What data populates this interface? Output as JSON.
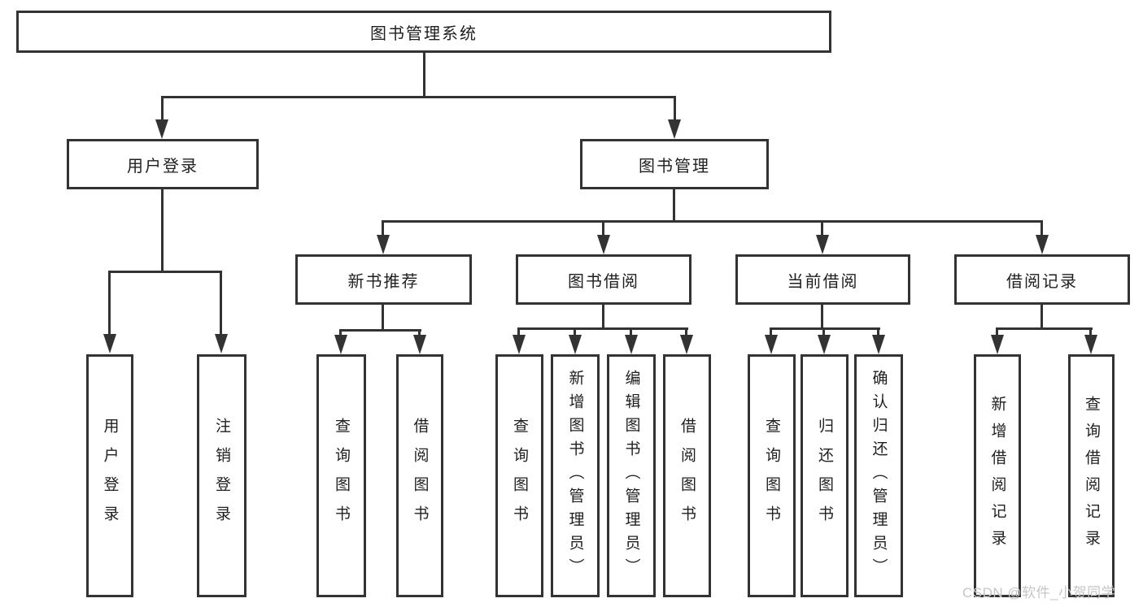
{
  "nodes": {
    "root": {
      "label": "图书管理系统"
    },
    "user_login": {
      "label": "用户登录"
    },
    "book_mgmt": {
      "label": "图书管理"
    },
    "new_book": {
      "label": "新书推荐"
    },
    "book_borrow": {
      "label": "图书借阅"
    },
    "current_borrow": {
      "label": "当前借阅"
    },
    "borrow_record": {
      "label": "借阅记录"
    },
    "leaf_user_login": {
      "label": "用户登录"
    },
    "leaf_logout": {
      "label": "注销登录"
    },
    "leaf_query_book_1": {
      "label": "查询图书"
    },
    "leaf_borrow_book_1": {
      "label": "借阅图书"
    },
    "leaf_query_book_2": {
      "label": "查询图书"
    },
    "leaf_add_book": {
      "label": "新增图书（管理员）"
    },
    "leaf_edit_book": {
      "label": "编辑图书（管理员）"
    },
    "leaf_borrow_book_2": {
      "label": "借阅图书"
    },
    "leaf_query_book_3": {
      "label": "查询图书"
    },
    "leaf_return_book": {
      "label": "归还图书"
    },
    "leaf_confirm_return": {
      "label": "确认归还（管理员）"
    },
    "leaf_add_record": {
      "label": "新增借阅记录"
    },
    "leaf_query_record": {
      "label": "查询借阅记录"
    }
  },
  "watermark": {
    "text": "CSDN @软件_小贺同学",
    "color": "#c6c6c6"
  },
  "colors": {
    "line": "#333333",
    "border": "#333333",
    "text": "#1f1f1f",
    "background": "#ffffff"
  }
}
